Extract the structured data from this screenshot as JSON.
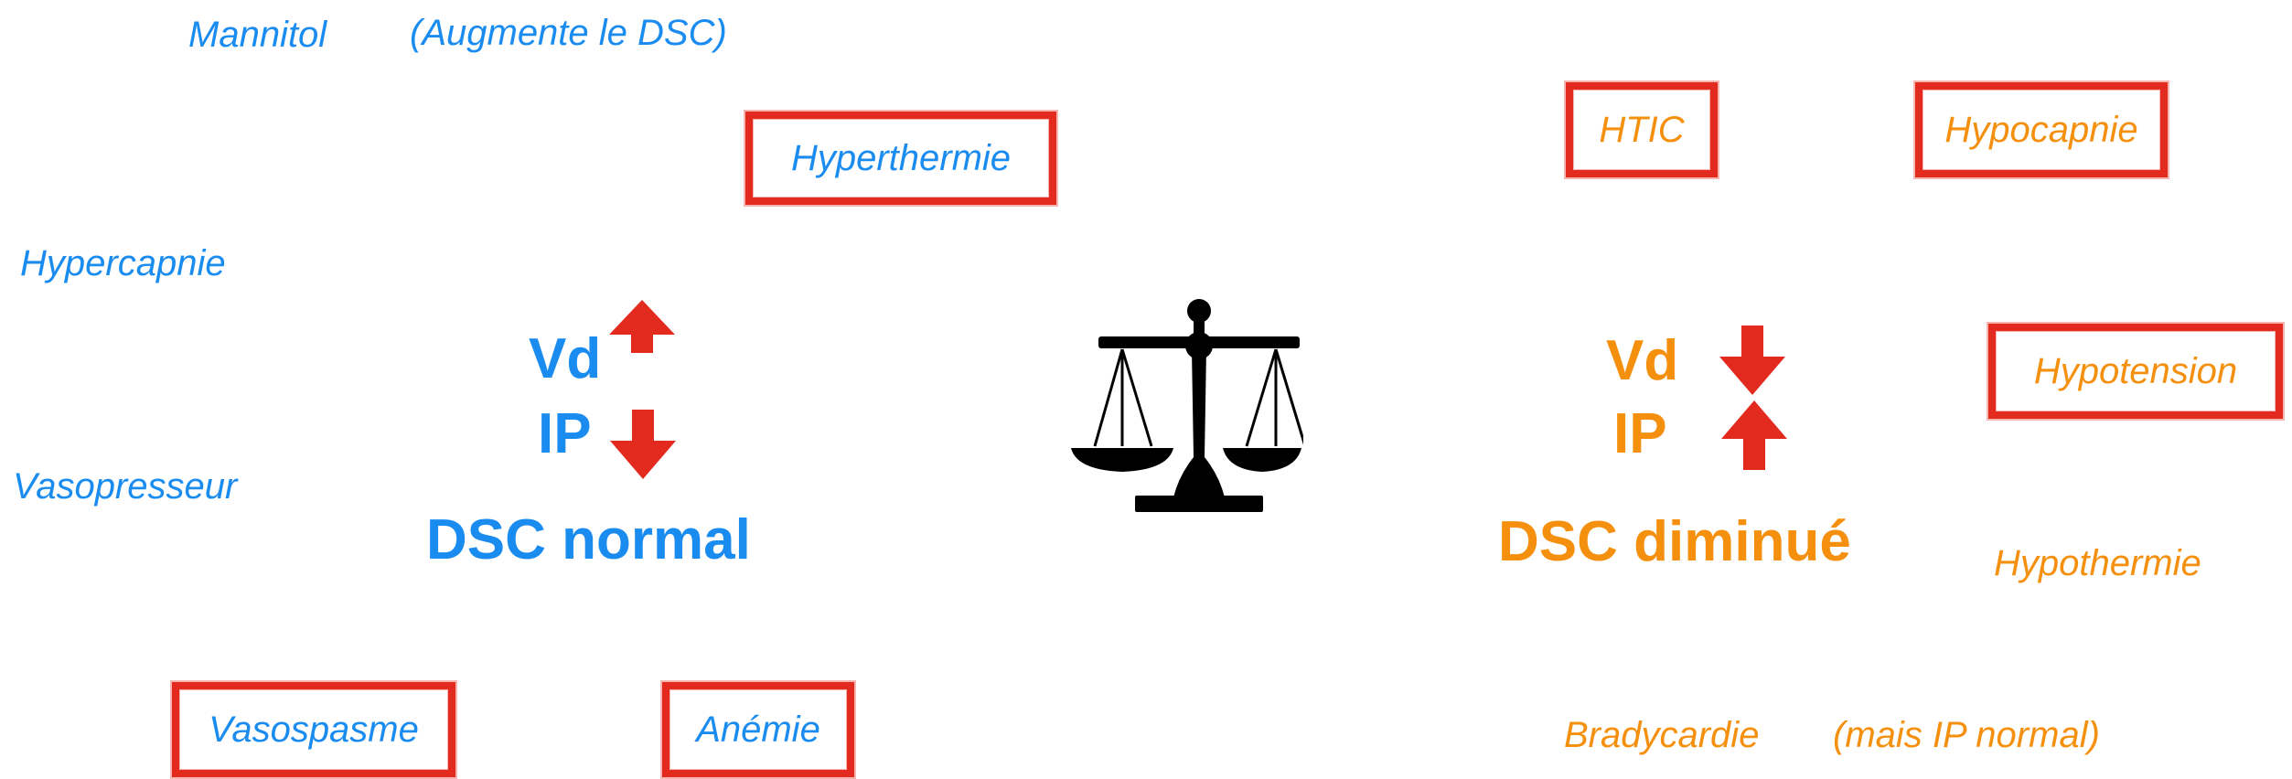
{
  "colors": {
    "left": "#1a8cf0",
    "right": "#f5900f",
    "highlight": "#e22a1f"
  },
  "left": {
    "mannitol": "Mannitol",
    "mannitol_note": "(Augmente le DSC)",
    "hyperthermie": "Hyperthermie",
    "hypercapnie": "Hypercapnie",
    "vasopresseur": "Vasopresseur",
    "vd": "Vd",
    "ip": "IP",
    "dsc": "DSC normal",
    "vasospasme": "Vasospasme",
    "anemie": "Anémie"
  },
  "right": {
    "htic": "HTIC",
    "hypocapnie": "Hypocapnie",
    "hypotension": "Hypotension",
    "vd": "Vd",
    "ip": "IP",
    "dsc": "DSC diminué",
    "hypothermie": "Hypothermie",
    "bradycardie": "Bradycardie",
    "bradycardie_note": "(mais IP normal)"
  },
  "icons": {
    "balance": "balance-scale-icon",
    "up": "arrow-up-icon",
    "down": "arrow-down-icon"
  }
}
